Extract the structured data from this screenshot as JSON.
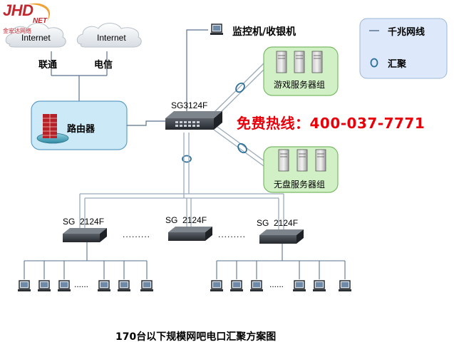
{
  "logo": {
    "main": "JHD",
    "sub": "NET",
    "company": "金宏达网络"
  },
  "clouds": [
    {
      "label": "Internet",
      "isp": "联通"
    },
    {
      "label": "Internet",
      "isp": "电信"
    }
  ],
  "router": {
    "label": "路由器"
  },
  "monitor": {
    "label": "监控机/收银机"
  },
  "core_switch": {
    "label": "SG3124F"
  },
  "server_groups": [
    {
      "label": "游戏服务器组"
    },
    {
      "label": "无盘服务器组"
    }
  ],
  "hotline": {
    "text": "免费热线：400-037-7771",
    "color": "#e8000b"
  },
  "legend": {
    "gigabit": "千兆网线",
    "aggregation": "汇聚"
  },
  "access_switches": [
    {
      "label": "SG  2124F"
    },
    {
      "label": "SG  2124F"
    },
    {
      "label": "SG  2124F"
    }
  ],
  "ellipsis": {
    "between_switches": ".........",
    "between_pcs": "......"
  },
  "caption": "170台以下规模网吧电口汇聚方案图",
  "colors": {
    "line": "#5a7290",
    "cable": "#9aaabb",
    "box_fill": "#cce9f7",
    "server_box_fill": "#d2f0c6",
    "legend_fill": "#dde9fa",
    "logo_red": "#c1272d",
    "switch_body": "#2f3338"
  }
}
